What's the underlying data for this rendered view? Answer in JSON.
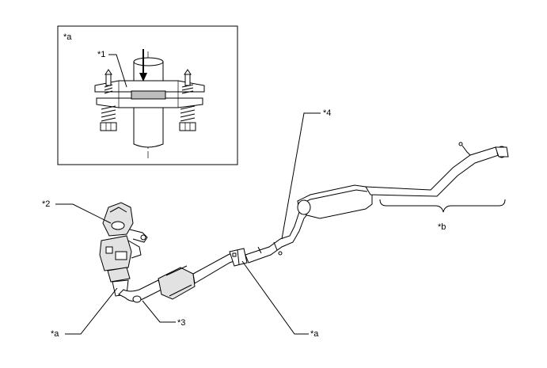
{
  "labels": {
    "inset_a": "*a",
    "c1": "*1",
    "c2": "*2",
    "c3": "*3",
    "c4": "*4",
    "a_left": "*a",
    "a_right": "*a",
    "b": "*b"
  }
}
